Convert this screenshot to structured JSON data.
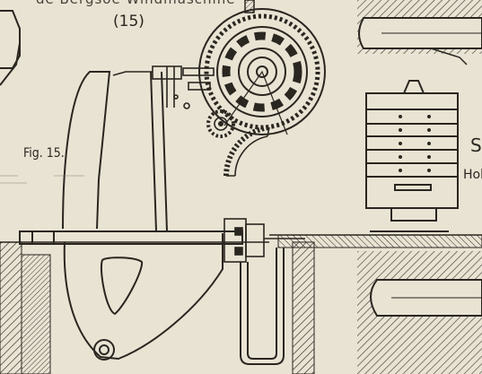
{
  "plate": {
    "heading_fragment": "de Bergsöe Windmaschine",
    "number": "(15)"
  },
  "figure": {
    "caption": "Fig. 15."
  },
  "side_labels": {
    "s": "S",
    "hoh": "Hoh"
  },
  "colors": {
    "paper": "#e9e3d3",
    "ink": "#2a2620"
  }
}
